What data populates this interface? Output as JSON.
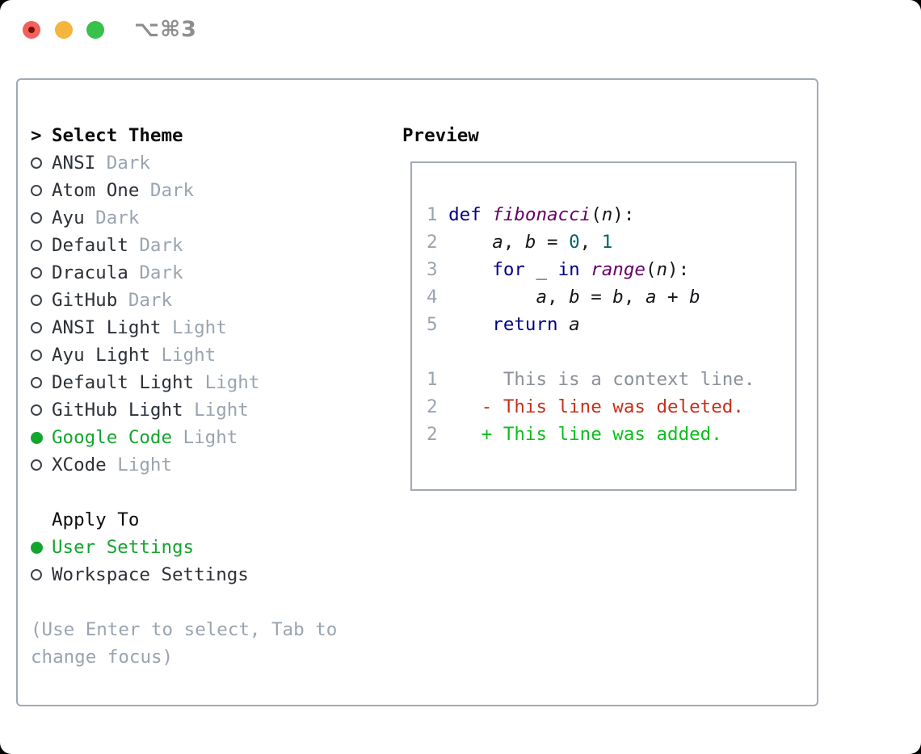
{
  "window": {
    "shortcut": "⌥⌘3"
  },
  "colors": {
    "traffic_red": "#f2615c",
    "traffic_red_dot": "#7a0d06",
    "traffic_yellow": "#f6b53e",
    "traffic_green": "#38c14b",
    "titlebar_text": "#8e8e8e",
    "border": "#a1a9b3",
    "circle_stroke": "#3e434c",
    "text_dark": "#2c3038",
    "text_black": "#0b0c0e",
    "muted": "#9aa4b0",
    "green": "#14a52e",
    "kw": "#000088",
    "fn": "#660066",
    "num": "#006666",
    "pl": "#16171b",
    "var": "#16171b",
    "ctx": "#8b9099",
    "del": "#c8301a",
    "add": "#0abf1a",
    "lineno": "#9aa4b0"
  },
  "left": {
    "prompt": ">",
    "title": "Select Theme",
    "themes": [
      {
        "name": "ANSI",
        "variant": "Dark",
        "selected": false
      },
      {
        "name": "Atom One",
        "variant": "Dark",
        "selected": false
      },
      {
        "name": "Ayu",
        "variant": "Dark",
        "selected": false
      },
      {
        "name": "Default",
        "variant": "Dark",
        "selected": false
      },
      {
        "name": "Dracula",
        "variant": "Dark",
        "selected": false
      },
      {
        "name": "GitHub",
        "variant": "Dark",
        "selected": false
      },
      {
        "name": "ANSI Light",
        "variant": "Light",
        "selected": false
      },
      {
        "name": "Ayu Light",
        "variant": "Light",
        "selected": false
      },
      {
        "name": "Default Light",
        "variant": "Light",
        "selected": false
      },
      {
        "name": "GitHub Light",
        "variant": "Light",
        "selected": false
      },
      {
        "name": "Google Code",
        "variant": "Light",
        "selected": true
      },
      {
        "name": "XCode",
        "variant": "Light",
        "selected": false
      }
    ],
    "apply_to_title": "Apply To",
    "apply_options": [
      {
        "label": "User Settings",
        "selected": true
      },
      {
        "label": "Workspace Settings",
        "selected": false
      }
    ],
    "hint_line1": "(Use Enter to select, Tab to",
    "hint_line2": "change focus)"
  },
  "preview": {
    "title": "Preview",
    "lines": [
      {
        "num": "1",
        "segs": [
          [
            " ",
            "pl"
          ],
          [
            "def",
            "kw"
          ],
          [
            " ",
            "pl"
          ],
          [
            "fibonacci",
            "fn"
          ],
          [
            "(",
            "pl"
          ],
          [
            "n",
            "var"
          ],
          [
            "):",
            "pl"
          ]
        ]
      },
      {
        "num": "2",
        "segs": [
          [
            "     ",
            "pl"
          ],
          [
            "a",
            "var"
          ],
          [
            ", ",
            "pl"
          ],
          [
            "b",
            "var"
          ],
          [
            " = ",
            "pl"
          ],
          [
            "0",
            "num"
          ],
          [
            ", ",
            "pl"
          ],
          [
            "1",
            "num"
          ]
        ]
      },
      {
        "num": "3",
        "segs": [
          [
            "     ",
            "pl"
          ],
          [
            "for",
            "kw"
          ],
          [
            " ",
            "pl"
          ],
          [
            "_",
            "pl"
          ],
          [
            " ",
            "pl"
          ],
          [
            "in",
            "kw"
          ],
          [
            " ",
            "pl"
          ],
          [
            "range",
            "fn"
          ],
          [
            "(",
            "pl"
          ],
          [
            "n",
            "var"
          ],
          [
            "):",
            "pl"
          ]
        ]
      },
      {
        "num": "4",
        "segs": [
          [
            "         ",
            "pl"
          ],
          [
            "a",
            "var"
          ],
          [
            ", ",
            "pl"
          ],
          [
            "b",
            "var"
          ],
          [
            " = ",
            "pl"
          ],
          [
            "b",
            "var"
          ],
          [
            ", ",
            "pl"
          ],
          [
            "a",
            "var"
          ],
          [
            " + ",
            "pl"
          ],
          [
            "b",
            "var"
          ]
        ]
      },
      {
        "num": "5",
        "segs": [
          [
            "     ",
            "pl"
          ],
          [
            "return",
            "kw"
          ],
          [
            " ",
            "pl"
          ],
          [
            "a",
            "var"
          ]
        ]
      },
      {
        "num": "",
        "segs": []
      },
      {
        "num": "1",
        "segs": [
          [
            "      This is a context line.",
            "ctx"
          ]
        ]
      },
      {
        "num": "2",
        "segs": [
          [
            "    ",
            "pl"
          ],
          [
            "- This line was deleted.",
            "del"
          ]
        ]
      },
      {
        "num": "2",
        "segs": [
          [
            "    ",
            "pl"
          ],
          [
            "+ This line was added.",
            "add"
          ]
        ]
      }
    ]
  }
}
